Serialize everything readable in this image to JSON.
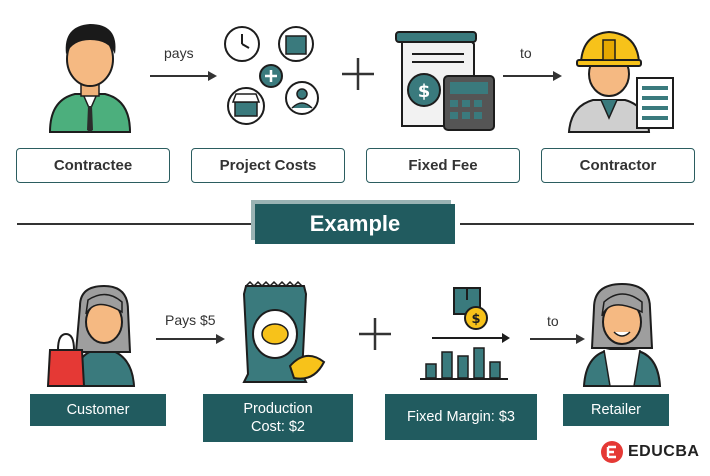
{
  "top_row": {
    "arrow1_label": "pays",
    "arrow2_label": "to",
    "boxes": [
      "Contractee",
      "Project Costs",
      "Fixed Fee",
      "Contractor"
    ]
  },
  "divider_label": "Example",
  "bottom_row": {
    "arrow1_label": "Pays $5",
    "arrow2_label": "to",
    "boxes": [
      "Customer",
      "Production Cost: $2",
      "Fixed Margin: $3",
      "Retailer"
    ],
    "production_line1": "Production",
    "production_line2": "Cost: $2"
  },
  "brand": {
    "name": "EDUCBA",
    "accent": "#e53935"
  },
  "colors": {
    "teal": "#215b5f",
    "teal_icon": "#3a7a7d"
  }
}
